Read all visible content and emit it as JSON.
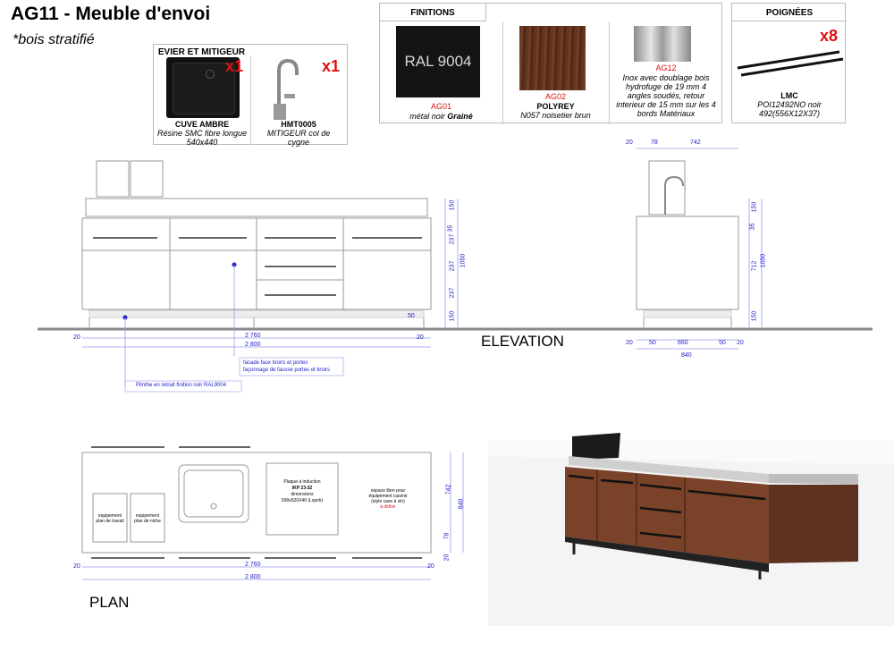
{
  "header": {
    "title": "AG11 - Meuble d'envoi",
    "subtitle": "*bois stratifié"
  },
  "accessories": {
    "header": "EVIER ET MITIGEUR",
    "sink": {
      "qty": "x1",
      "name": "CUVE AMBRE",
      "desc1": "Résine SMC fibre longue",
      "desc2": "540x440"
    },
    "faucet": {
      "qty": "x1",
      "name": "HMT0005",
      "desc1": "MITIGEUR col de",
      "desc2": "cygne"
    }
  },
  "finishes": {
    "header": "FINITIONS",
    "ag01": {
      "swatch_text": "RAL 9004",
      "code": "AG01",
      "line1": "métal noir ",
      "line1_bold": "Grainé"
    },
    "ag02": {
      "code": "AG02",
      "name": "POLYREY",
      "line1": "N057 noisetier brun"
    },
    "ag12": {
      "code": "AG12",
      "l1": "Inox avec doublage bois",
      "l2": "hydrofuge de 19 mm 4",
      "l3": "angles soudés, retour",
      "l4": "interieur de 15 mm sur les 4",
      "l5": "bords Matériaux"
    }
  },
  "handles": {
    "header": "POIGNÉES",
    "qty": "x8",
    "name": "LMC",
    "l1": "POI12492NO noir",
    "l2": "492(556X12X37)"
  },
  "elevation": {
    "label": "ELEVATION",
    "dims_right": [
      "150",
      "35",
      "237",
      "237",
      "237",
      "150"
    ],
    "dim_total_h": "1050",
    "dim_50": "50",
    "dim_bottom_left": "20",
    "dim_bottom_right": "20",
    "dim_inner": "2 760",
    "dim_total": "2 800",
    "note_facade1": "facade faux tiroirs et portes",
    "note_facade2": "façonnage de fausse portes et tiroirs",
    "note_plinthe": "Plinthe en retrait finition noir RAL9004"
  },
  "side": {
    "top_dims": [
      "20",
      "78",
      "742"
    ],
    "right_dims": [
      "150",
      "35",
      "712",
      "150"
    ],
    "dim_total_h": "1050",
    "bottom_dims": [
      "20",
      "50",
      "660",
      "50",
      "20"
    ],
    "dim_total": "840"
  },
  "plan": {
    "label": "PLAN",
    "box1": "equipement plan de travail",
    "box2": "equipement plan de niche",
    "cooktop_l1": "Plaque à induction",
    "cooktop_l2": "IKP 23-32",
    "cooktop_l3": "dimensions",
    "cooktop_l4": "590x520X40 (Lxpxh)",
    "free_l1": "espace libre pour",
    "free_l2": "équipement cuisine",
    "free_l3": "(style cave à vin)",
    "free_l4": "à définir",
    "dims_right": [
      "742",
      "840",
      "78",
      "20"
    ],
    "dim_left": "20",
    "dim_right": "20",
    "dim_inner": "2 760",
    "dim_total": "2 800"
  }
}
